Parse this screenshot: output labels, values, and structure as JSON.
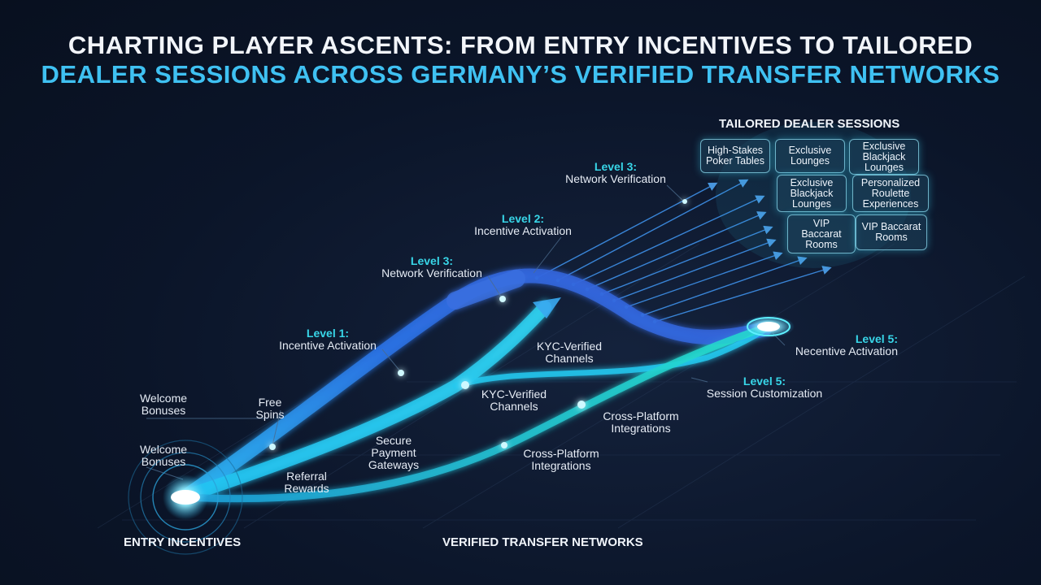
{
  "title": {
    "line1": "CHARTING PLAYER ASCENTS: FROM ENTRY INCENTIVES TO TAILORED",
    "line2": "DEALER SESSIONS ACROSS GERMANY’S VERIFIED TRANSFER NETWORKS"
  },
  "sessions": {
    "heading": "TAILORED DEALER SESSIONS",
    "boxes": [
      {
        "l1": "High-Stakes",
        "l2": "Poker Tables",
        "l3": ""
      },
      {
        "l1": "Exclusive",
        "l2": "Lounges",
        "l3": ""
      },
      {
        "l1": "Exclusive",
        "l2": "Blackjack",
        "l3": "Lounges"
      },
      {
        "l1": "Exclusive",
        "l2": "Blackjack",
        "l3": "Lounges"
      },
      {
        "l1": "Personalized",
        "l2": "Roulette",
        "l3": "Experiences"
      },
      {
        "l1": "VIP",
        "l2": "Baccarat",
        "l3": "Rooms"
      },
      {
        "l1": "VIP Baccarat",
        "l2": "Rooms",
        "l3": ""
      }
    ]
  },
  "levels": {
    "level3_top": {
      "level": "Level 3:",
      "text": "Network Verification"
    },
    "level2": {
      "level": "Level 2:",
      "text": "Incentive Activation"
    },
    "level3_mid": {
      "level": "Level 3:",
      "text": "Network Verification"
    },
    "level1": {
      "level": "Level 1:",
      "text": "Incentive Activation"
    },
    "level5_a": {
      "level": "Level 5:",
      "text": "Necentive Activation"
    },
    "level5_b": {
      "level": "Level 5:",
      "text": "Session Customization"
    }
  },
  "labels": {
    "welcome1": {
      "l1": "Welcome",
      "l2": "Bonuses"
    },
    "welcome2": {
      "l1": "Welcome",
      "l2": "Bonuses"
    },
    "free_spins": {
      "l1": "Free",
      "l2": "Spins"
    },
    "referral": {
      "l1": "Referral",
      "l2": "Rewards"
    },
    "secure": {
      "l1": "Secure",
      "l2": "Payment",
      "l3": "Gateways"
    },
    "kyc1": {
      "l1": "KYC-Verified",
      "l2": "Channels"
    },
    "kyc2": {
      "l1": "KYC-Verified",
      "l2": "Channels"
    },
    "cross1": {
      "l1": "Cross-Platform",
      "l2": "Integrations"
    },
    "cross2": {
      "l1": "Cross-Platform",
      "l2": "Integrations"
    }
  },
  "footer": {
    "entry": "ENTRY INCENTIVES",
    "networks": "VERIFIED TRANSFER NETWORKS"
  },
  "colors": {
    "background": "#0b1529",
    "title_accent": "#3fc1f2",
    "level_accent": "#38d6e8",
    "ribbon_blue": "#2f6fe0",
    "ribbon_cyan": "#29c7ef",
    "ribbon_teal": "#23d7cf"
  }
}
